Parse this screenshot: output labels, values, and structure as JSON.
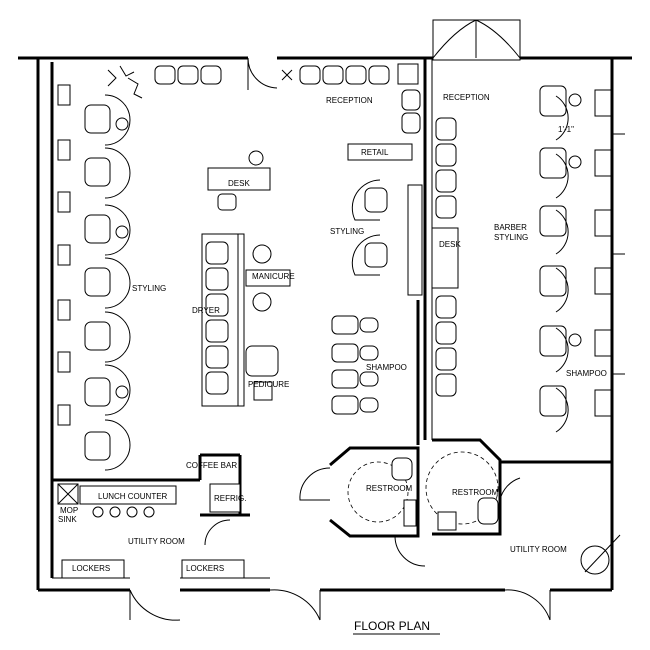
{
  "title": "FLOOR PLAN",
  "labels": {
    "reception_left": "RECEPTION",
    "reception_right": "RECEPTION",
    "retail": "RETAIL",
    "desk_left": "DESK",
    "desk_right": "DESK",
    "styling_left": "STYLING",
    "styling_center": "STYLING",
    "manicure": "MANICURE",
    "dryer": "DRYER",
    "pedicure": "PEDICURE",
    "shampoo_center": "SHAMPOO",
    "barber_styling_1": "BARBER",
    "barber_styling_2": "STYLING",
    "shampoo_right": "SHAMPOO",
    "dimension": "1'-1\"",
    "coffee_bar": "COFFEE BAR",
    "lunch_counter": "LUNCH COUNTER",
    "refrig": "REFRIG.",
    "mop_sink_1": "MOP",
    "mop_sink_2": "SINK",
    "utility_room_left": "UTILITY ROOM",
    "utility_room_right": "UTILITY ROOM",
    "lockers_1": "LOCKERS",
    "lockers_2": "LOCKERS",
    "restroom_left": "RESTROOM",
    "restroom_right": "RESTROOM"
  }
}
